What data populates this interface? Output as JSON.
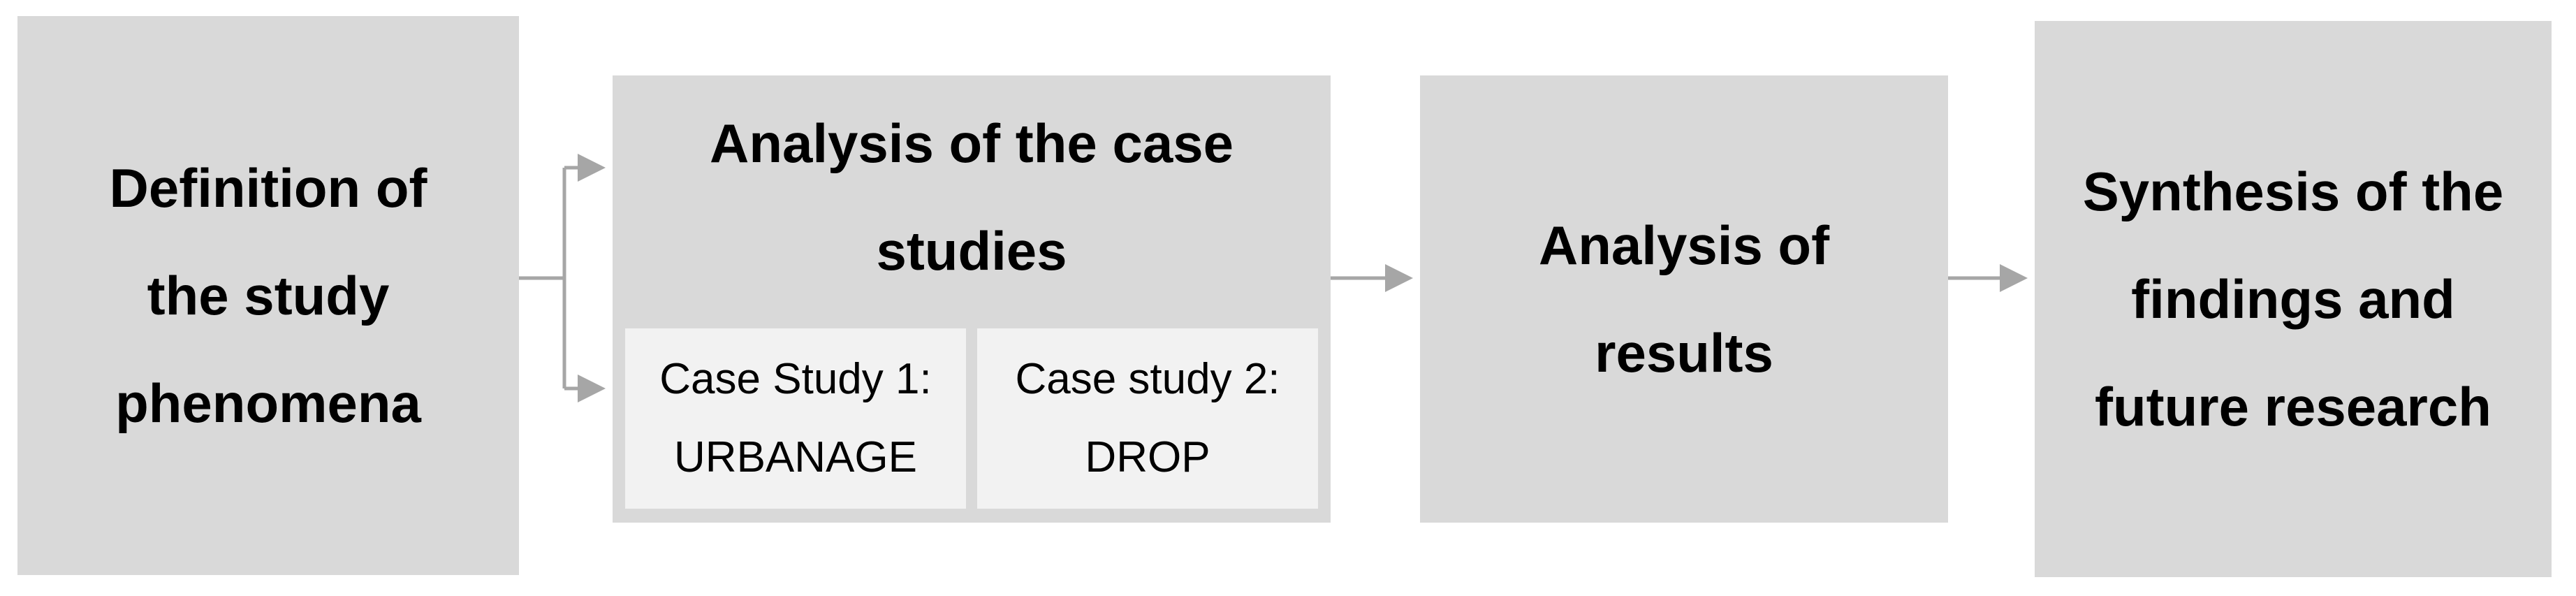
{
  "diagram": {
    "steps": {
      "definition": [
        "Definition of",
        "the study",
        "phenomena"
      ],
      "analysis_case": {
        "title": [
          "Analysis of the case",
          "studies"
        ],
        "case1": [
          "Case Study 1:",
          "URBANAGE"
        ],
        "case2": [
          "Case study 2:",
          "DROP"
        ]
      },
      "results": [
        "Analysis of",
        "results"
      ],
      "synthesis": [
        "Synthesis of the",
        "findings and",
        "future research"
      ]
    },
    "colors": {
      "box_fill": "#d9d9d9",
      "sub_box_fill": "#f2f2f2",
      "arrow": "#a6a6a6",
      "text": "#000000"
    }
  }
}
